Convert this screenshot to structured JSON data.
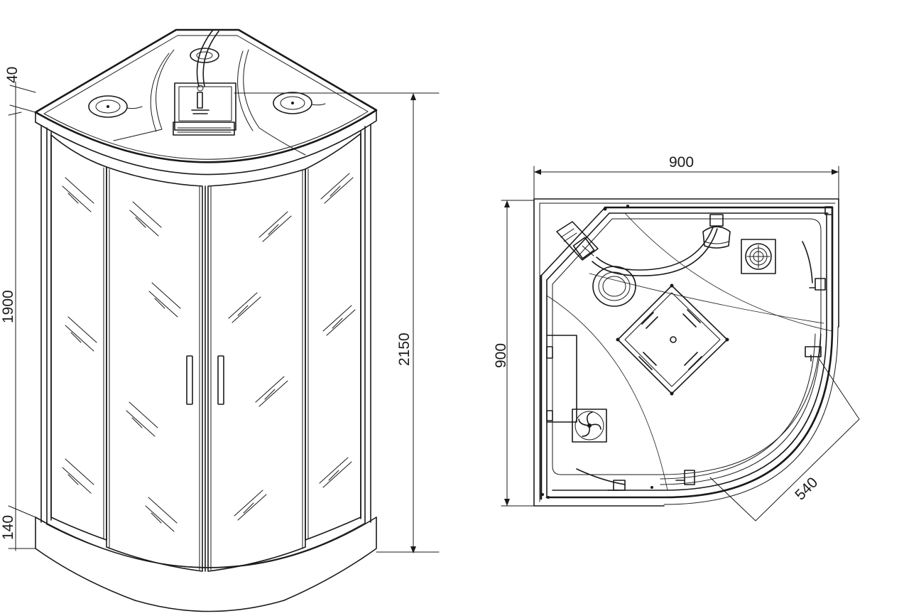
{
  "colors": {
    "line": "#1a1a1a",
    "background": "#ffffff"
  },
  "icons": [
    "shower-head-icon",
    "speaker-icon",
    "fan-icon",
    "drain-icon",
    "door-handle-icon"
  ],
  "front_view": {
    "dims": {
      "top": "40",
      "body": "1900",
      "base": "140",
      "total": "2150"
    }
  },
  "plan_view": {
    "dims": {
      "width": "900",
      "depth": "900",
      "door": "540"
    }
  }
}
